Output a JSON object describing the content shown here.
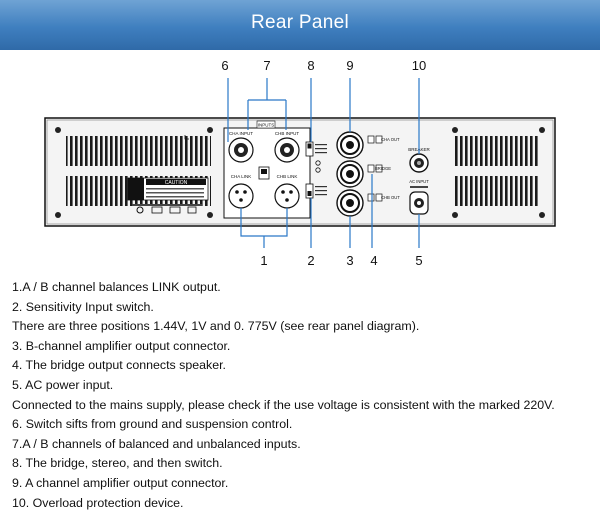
{
  "header": {
    "title": "Rear Panel",
    "accent": "#3f7fbf"
  },
  "callouts": {
    "top": [
      "6",
      "7",
      "8",
      "9",
      "10"
    ],
    "bottom": [
      "1",
      "2",
      "3",
      "4",
      "5"
    ]
  },
  "panel_labels": {
    "caution": "CAUTION",
    "inputs": "INPUTS",
    "cha_input": "CHA INPUT",
    "chb_input": "CHB INPUT",
    "cha_link": "CHA LINK",
    "chb_link": "CHB LINK",
    "cha_out": "CHA OUT",
    "bridge": "BRIDGE",
    "chb_out": "CHB OUT",
    "breaker": "BREAKER",
    "ac_input": "AC INPUT"
  },
  "descriptions": [
    "1.A / B channel balances LINK output.",
    "2. Sensitivity Input switch.",
    "There are three positions 1.44V, 1V and 0. 775V  (see rear panel diagram).",
    "3. B-channel amplifier output connector.",
    "4. The bridge output connects speaker.",
    "5. AC power input.",
    "Connected to the mains supply, please check if the use voltage is consistent with the marked 220V.",
    "6. Switch sifts from ground and suspension control.",
    "7.A / B channels of balanced and unbalanced inputs.",
    "8. The bridge, stereo, and then switch.",
    "9. A channel amplifier output connector.",
    "10. Overload protection device."
  ]
}
